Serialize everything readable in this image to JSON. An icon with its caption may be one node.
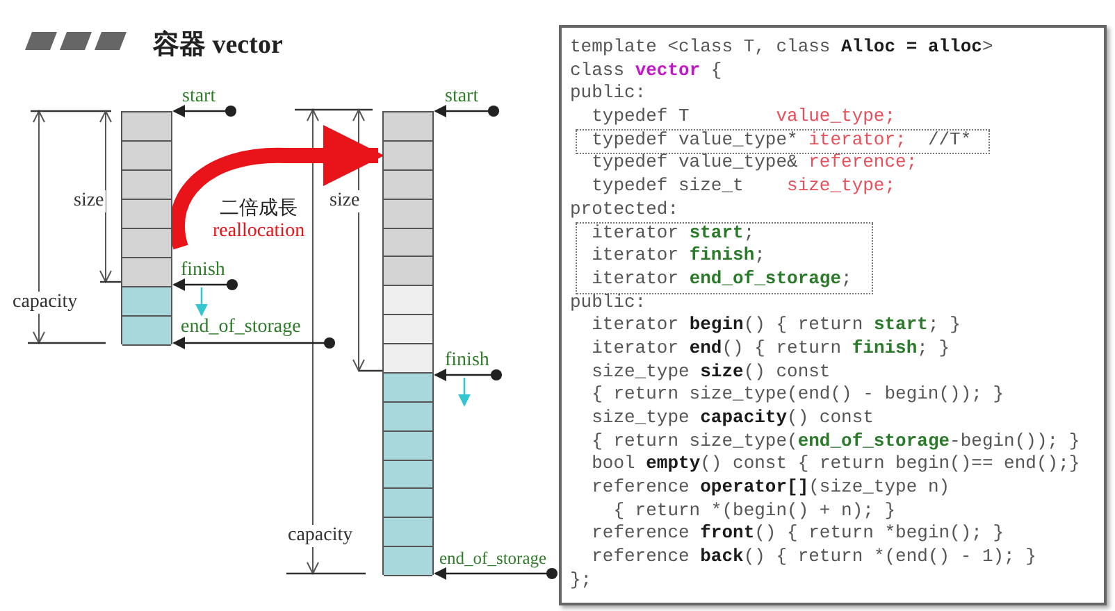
{
  "diagram": {
    "title": "容器 vector",
    "nodes": [
      {
        "text": [
          "start"
        ]
      },
      {
        "text": [],
        "shape": "box"
      },
      {
        "text": [
          "finish"
        ]
      },
      {
        "text": [
          "end_of_storage"
        ]
      },
      {
        "text": [],
        "shape": "box"
      },
      {
        "text": [
          "start"
        ]
      },
      {
        "text": [
          "finish"
        ]
      },
      {
        "text": [
          "end_of_storage"
        ]
      },
      {
        "text": [
          "template <class T, class",
          "Alloc = alloc",
          ">",
          "class",
          "vector",
          "{",
          "public:",
          "typedef T",
          "value_type;",
          "typedef value_type*",
          "iterator;",
          "//T*",
          "typedef value_type&",
          "reference;",
          "typedef size_t",
          "size_type;",
          "protected:",
          "iterator",
          "start",
          ";",
          "iterator",
          "finish",
          ";",
          "iterator",
          "end_of_storage",
          ";",
          "public:",
          "iterator",
          "begin",
          "() { return",
          "start",
          "; }",
          "iterator",
          "end",
          "() { return",
          "finish",
          "; }",
          "size_type",
          "size",
          "() const",
          "{ return size_type(end() - begin()); }",
          "size_type",
          "capacity",
          "() const",
          "{ return size_type(",
          "end_of_storage",
          "-begin()); }",
          "bool",
          "empty",
          "() const { return begin()== end();}",
          "reference",
          "operator[]",
          "(size_type n)",
          "{ return *(begin() + n); }",
          "reference",
          "front",
          "() { return *begin(); }",
          "reference",
          "back",
          "() { return *(end() - 1); }",
          "};"
        ]
      }
    ],
    "edges": [
      {
        "from": 0,
        "to": 1,
        "arrow": "to"
      },
      {
        "from": 2,
        "to": 1,
        "arrow": "to"
      },
      {
        "from": 3,
        "to": 1,
        "arrow": "to"
      },
      {
        "from": 1,
        "to": 4,
        "arrow": "to",
        "style": "thick",
        "color": "#e8141a"
      },
      {
        "from": 2,
        "to": 3,
        "arrow": "to",
        "color": "#33c6d0"
      },
      {
        "from": 5,
        "to": 4,
        "arrow": "to"
      },
      {
        "from": 6,
        "to": 4,
        "arrow": "to"
      },
      {
        "from": 7,
        "to": 4,
        "arrow": "to"
      },
      {
        "from": 6,
        "to": null,
        "arrow": "to",
        "color": "#33c6d0"
      }
    ],
    "labels": [
      "size",
      "size",
      "二倍成長",
      "reallocation",
      "capacity",
      "capacity"
    ]
  }
}
